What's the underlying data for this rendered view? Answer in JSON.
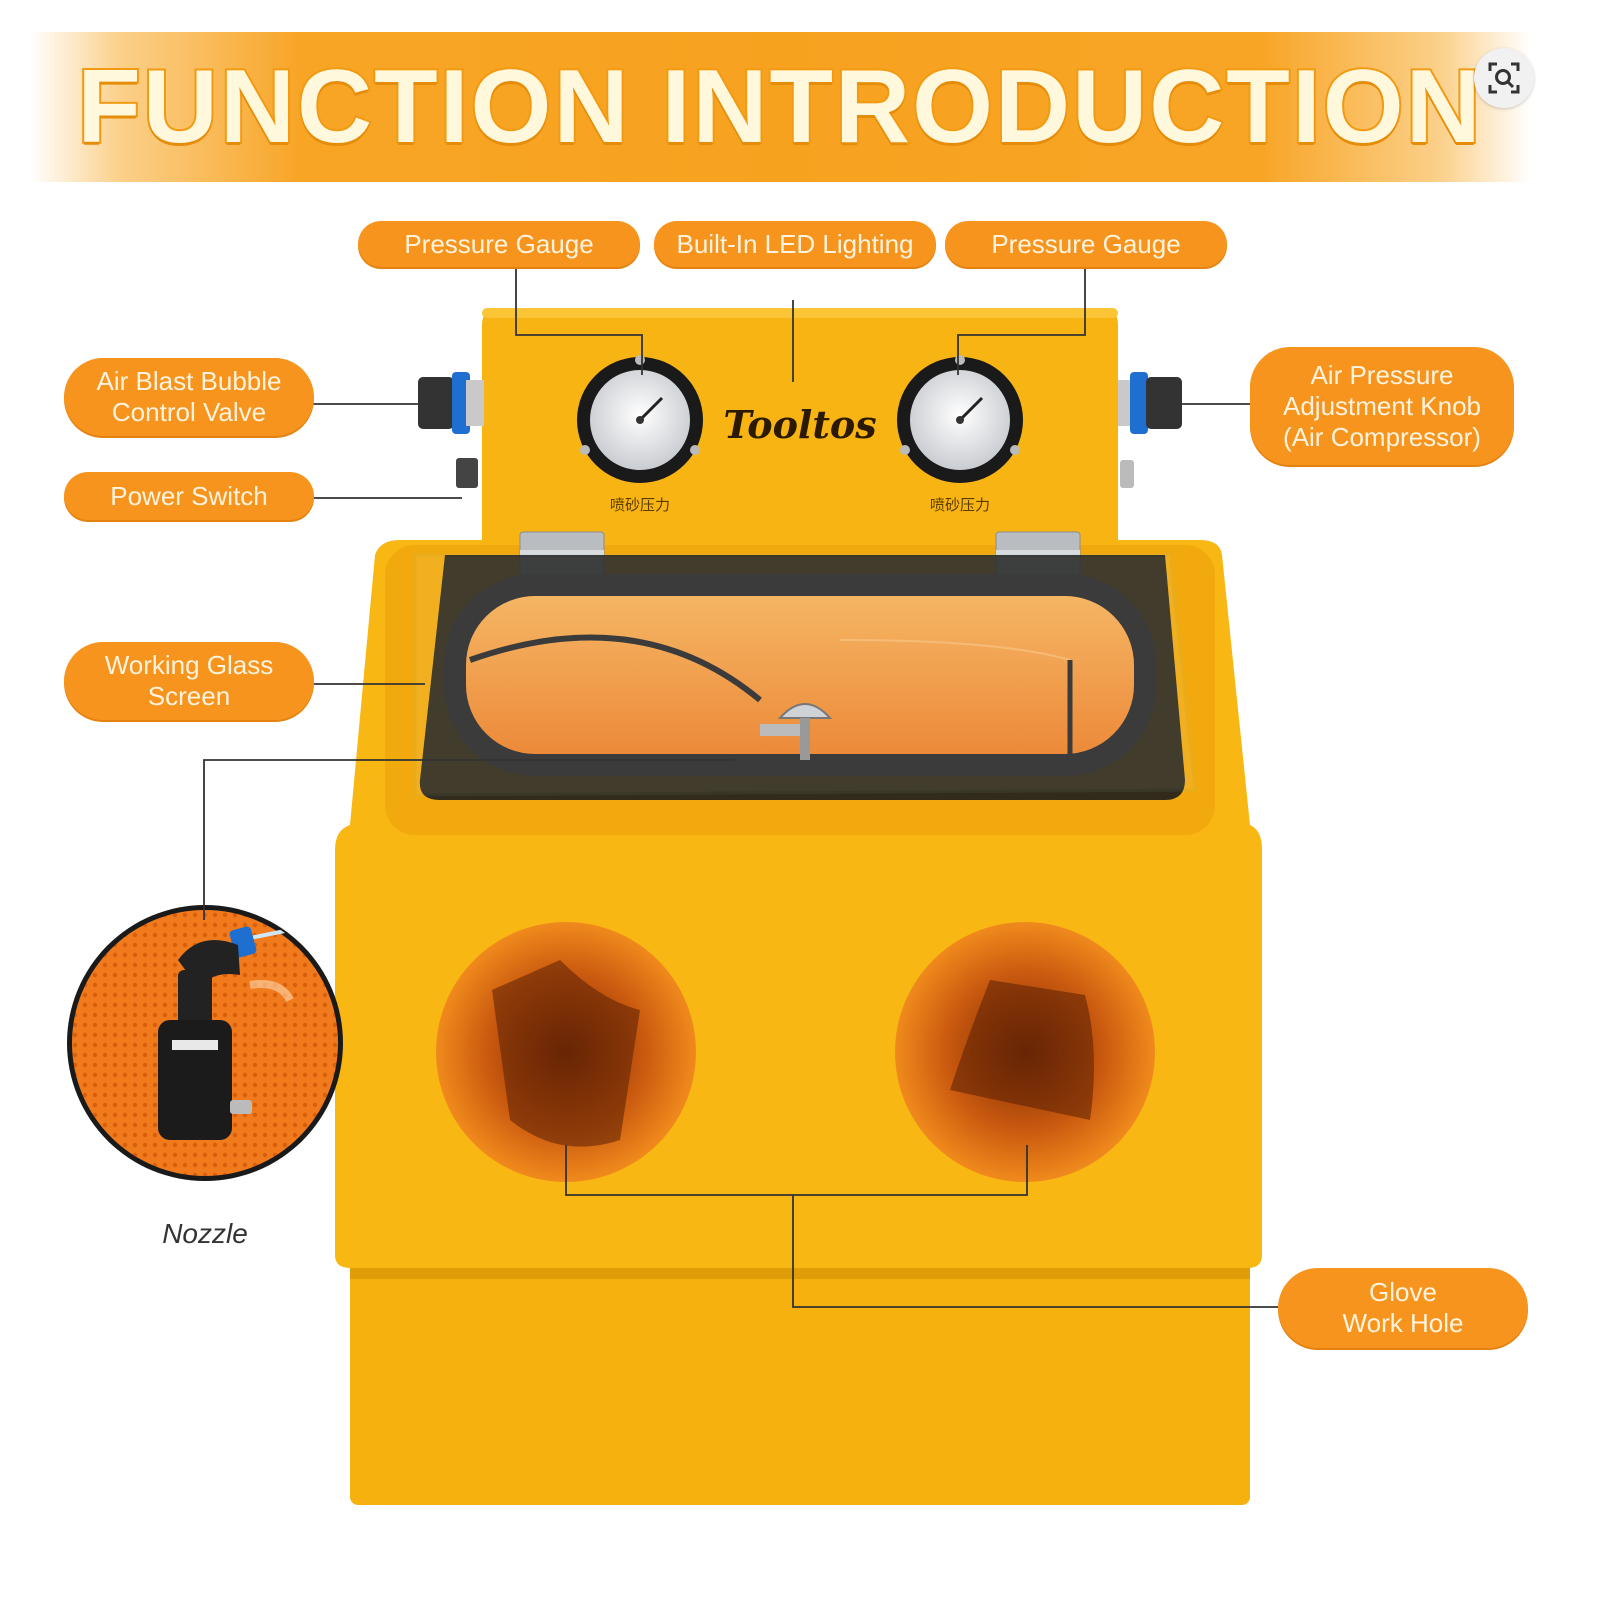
{
  "banner": {
    "title": "FUNCTION INTRODUCTION"
  },
  "brand": {
    "logo_text": "Tooltos",
    "gauge_caption": "喷砂压力"
  },
  "colors": {
    "orange": "#f7941d",
    "body_yellow": "#f7b512",
    "banner": "#f8a526"
  },
  "labels": {
    "pressure_gauge_left": "Pressure Gauge",
    "led_lighting": "Built-In LED Lighting",
    "pressure_gauge_right": "Pressure Gauge",
    "air_blast_valve": "Air Blast Bubble\nControl Valve",
    "power_switch": "Power Switch",
    "air_pressure_knob": "Air Pressure\nAdjustment Knob\n(Air Compressor)",
    "working_glass": "Working Glass\nScreen",
    "glove_hole": "Glove\nWork Hole",
    "nozzle": "Nozzle"
  },
  "icons": {
    "lens": "image-search-icon"
  }
}
